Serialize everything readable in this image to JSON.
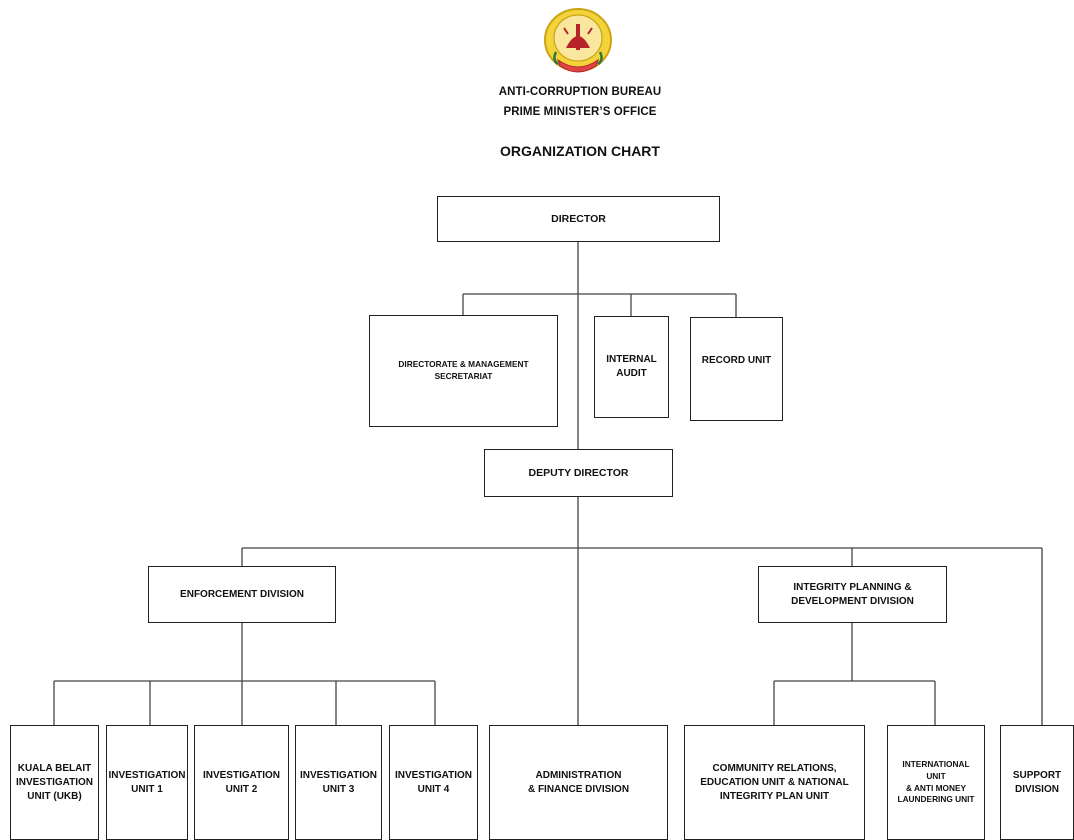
{
  "header": {
    "emblem": "brunei-crest-emblem",
    "line1": "ANTI-CORRUPTION BUREAU",
    "line2": "PRIME MINISTER’S OFFICE",
    "title": "ORGANIZATION CHART"
  },
  "nodes": {
    "director": "DIRECTOR",
    "secretariat": "DIRECTORATE & MANAGEMENT\nSECRETARIAT",
    "internal_audit": "INTERNAL\nAUDIT",
    "record_unit": "RECORD UNIT",
    "deputy_director": "DEPUTY DIRECTOR",
    "enforcement": "ENFORCEMENT DIVISION",
    "integrity": "INTEGRITY PLANNING &\nDEVELOPMENT DIVISION",
    "kuala_belait": "KUALA BELAIT\nINVESTIGATION\nUNIT (UKB)",
    "inv1": "INVESTIGATION\nUNIT 1",
    "inv2": "INVESTIGATION\nUNIT 2",
    "inv3": "INVESTIGATION\nUNIT 3",
    "inv4": "INVESTIGATION\nUNIT 4",
    "admin_finance": "ADMINISTRATION\n& FINANCE DIVISION",
    "community": "COMMUNITY RELATIONS,\nEDUCATION UNIT & NATIONAL\nINTEGRITY PLAN UNIT",
    "international": "INTERNATIONAL\nUNIT\n& ANTI MONEY\nLAUNDERING UNIT",
    "support": "SUPPORT\nDIVISION"
  },
  "colors": {
    "line": "#444444",
    "border": "#222222",
    "emblem_gold": "#e8c21a",
    "emblem_red": "#b8232a"
  }
}
